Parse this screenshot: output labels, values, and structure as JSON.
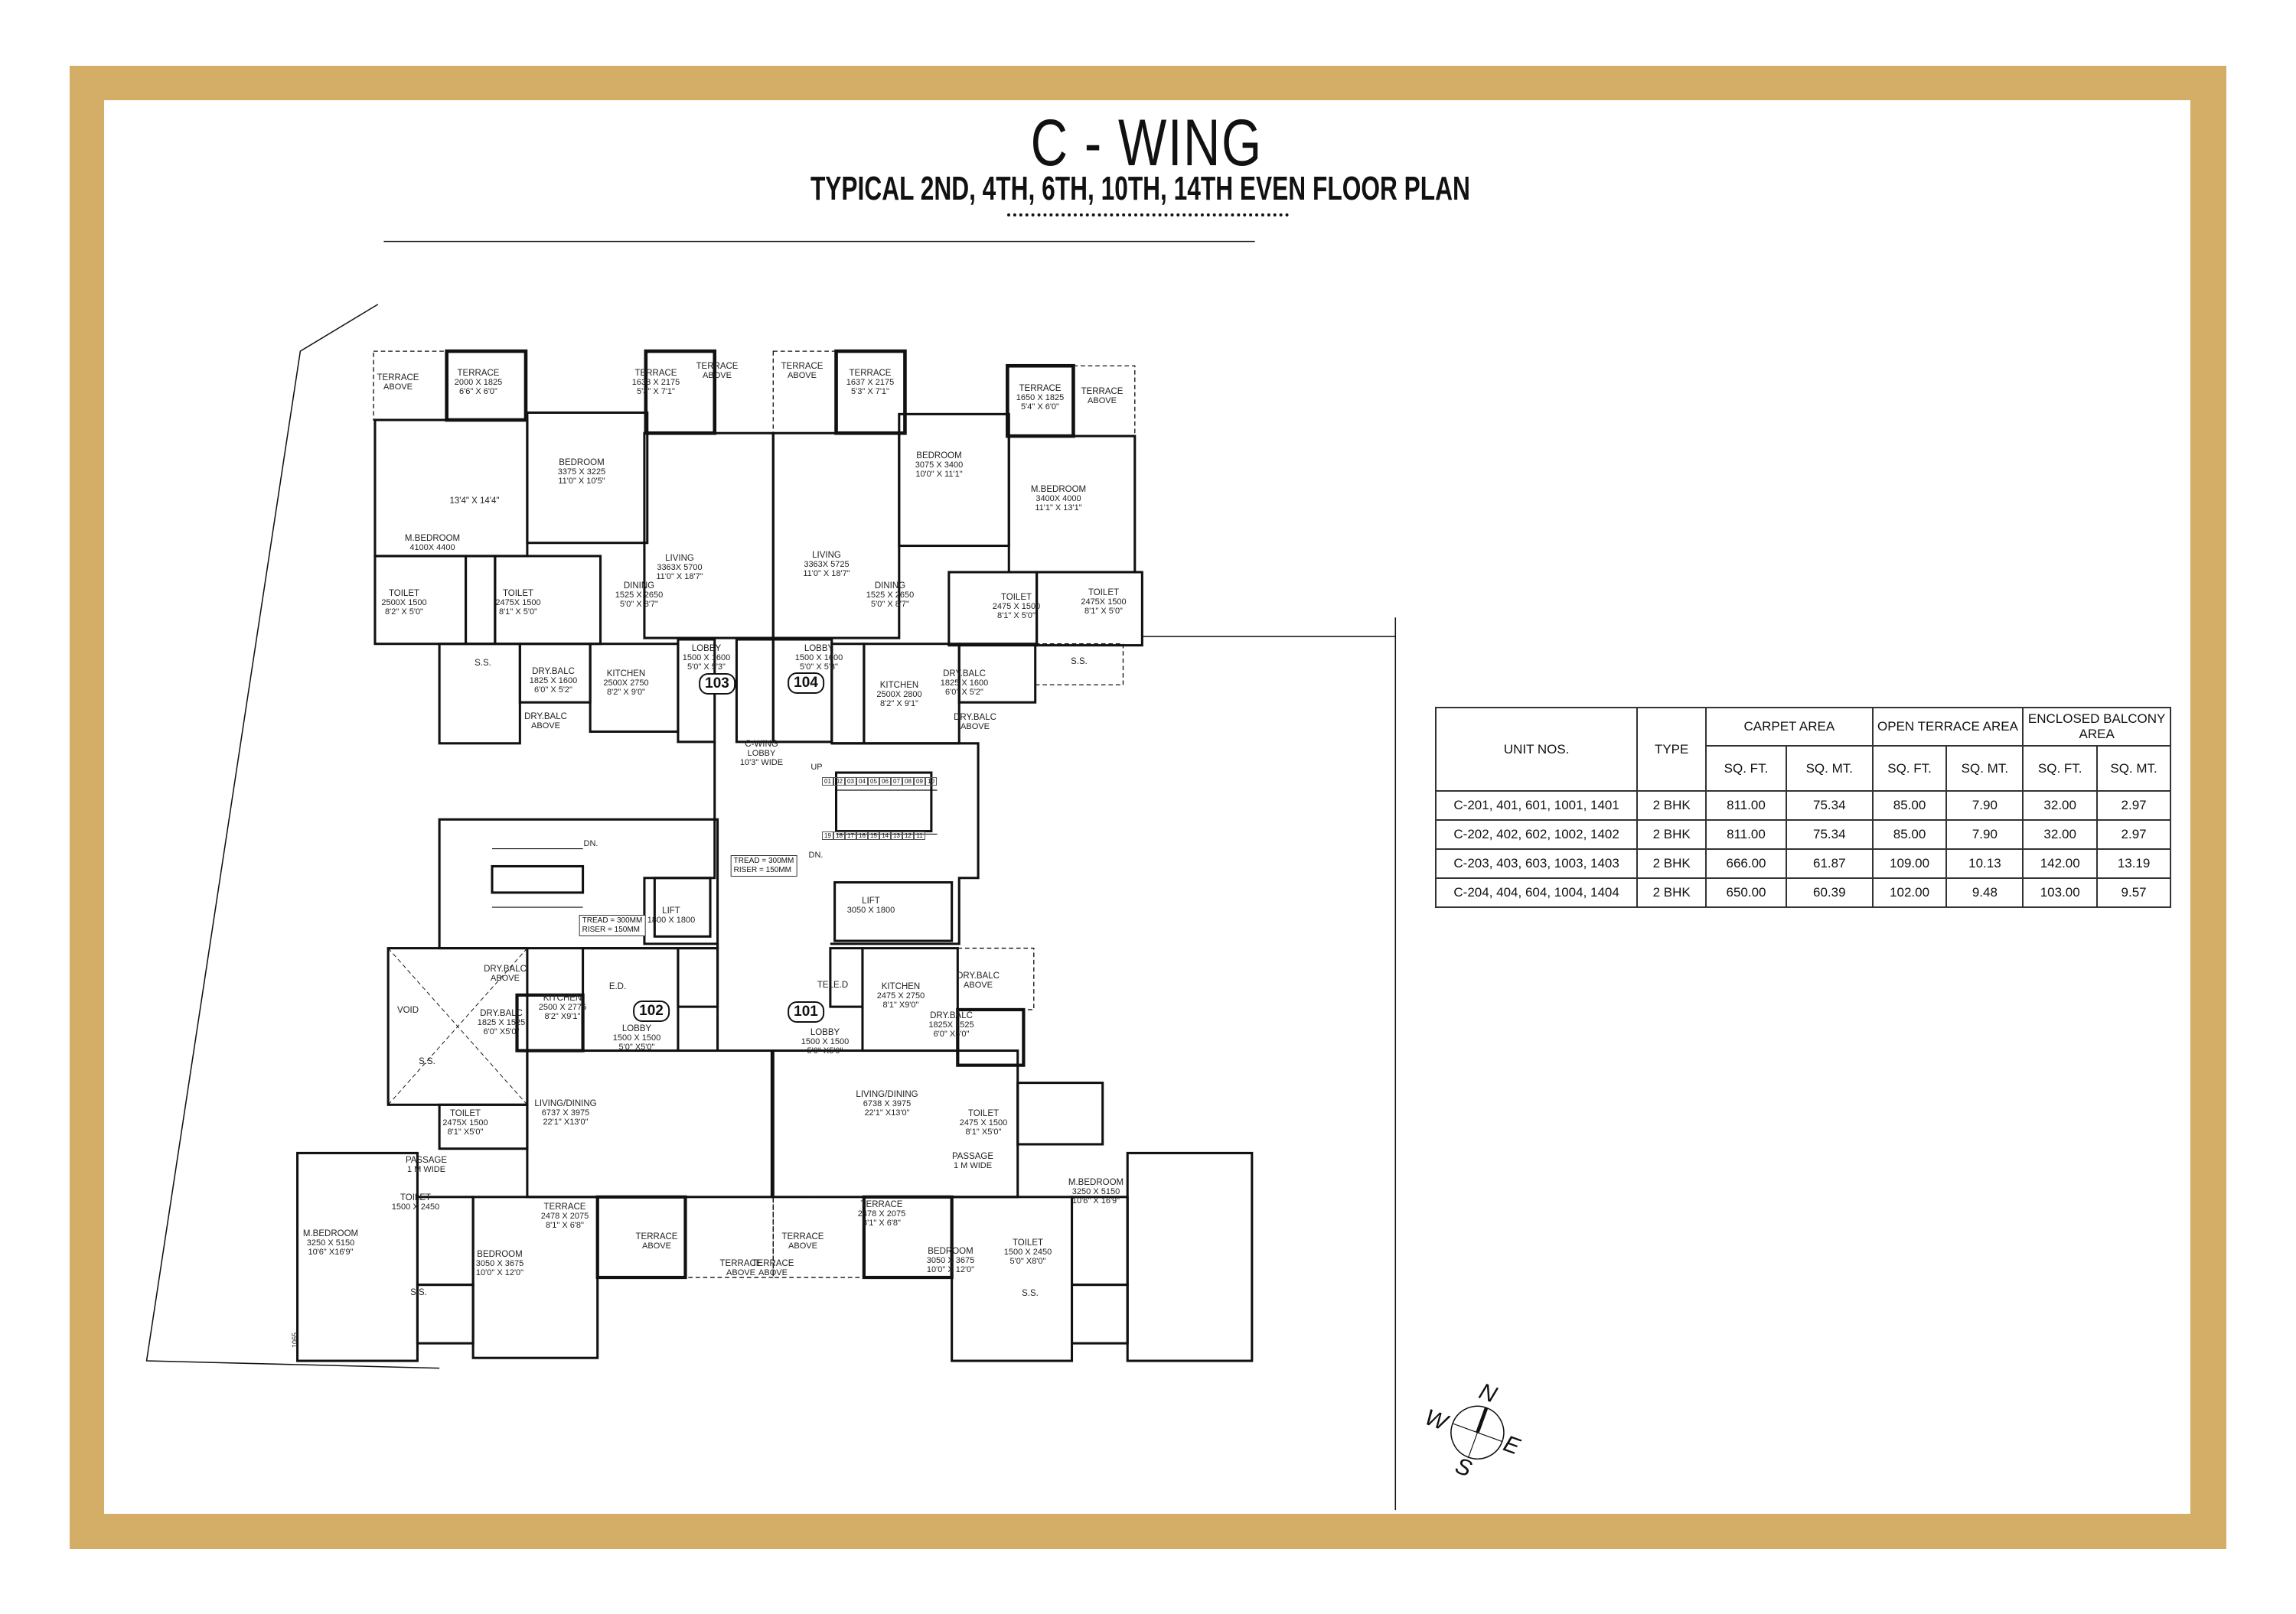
{
  "header": {
    "title": "C - WING",
    "subtitle": "TYPICAL 2ND, 4TH, 6TH, 10TH, 14TH EVEN FLOOR PLAN"
  },
  "colors": {
    "frame": "#D4AE66",
    "line": "#111111"
  },
  "units": {
    "u101": "101",
    "u102": "102",
    "u103": "103",
    "u104": "104"
  },
  "rooms": [
    [
      "TERRACE",
      "ABOVE"
    ],
    [
      "TERRACE",
      "2000 X 1825",
      "6'6\" X 6'0\""
    ],
    [
      "TERRACE",
      "1638 X 2175",
      "5'3\" X 7'1\""
    ],
    [
      "TERRACE",
      "ABOVE"
    ],
    [
      "BEDROOM",
      "3375 X 3225",
      "11'0\" X 10'5\""
    ],
    [
      "13'4\" X 14'4\""
    ],
    [
      "M.BEDROOM",
      "4100X 4400"
    ],
    [
      "LIVING",
      "3363X 5700",
      "11'0\" X 18'7\""
    ],
    [
      "DINING",
      "1525 X 2650",
      "5'0\" X 8'7\""
    ],
    [
      "TOILET",
      "2500X 1500",
      "8'2\" X 5'0\""
    ],
    [
      "TOILET",
      "2475X 1500",
      "8'1\" X 5'0\""
    ],
    [
      "LOBBY",
      "1500 X 1600",
      "5'0\" X 5'3\""
    ],
    [
      "KITCHEN",
      "2500X 2750",
      "8'2\" X 9'0\""
    ],
    [
      "C-WING",
      "LOBBY",
      "10'3\" WIDE"
    ],
    [
      "LOBBY",
      "1500 X 1600",
      "5'0\" X 5'3\""
    ],
    [
      "KITCHEN",
      "2500X 2800",
      "8'2\" X 9'1\""
    ],
    [
      "DRY.BALC",
      "1825 X 1600",
      "6'0\" X 5'2\""
    ],
    [
      "DRY.BALC",
      "ABOVE"
    ],
    [
      "LIFT",
      "1800 X 1800"
    ],
    [
      "LIFT",
      "3050 X 1800"
    ],
    [
      "KITCHEN",
      "2475 X 2750",
      "8'1\" X9'0\""
    ],
    [
      "DRY.BALC",
      "ABOVE"
    ],
    [
      "DRY.BALC",
      "1825 X 1600",
      "6'0\" X 5'2\""
    ],
    [
      "DRY.BALC",
      "ABOVE"
    ],
    [
      "S.S."
    ],
    [
      "DRY.BALC",
      "ABOVE"
    ],
    [
      "VOID"
    ],
    [
      "DRY.BALC",
      "1825 X 1525",
      "6'0\" X5'0\""
    ],
    [
      "KITCHEN",
      "2500 X 2775",
      "8'2\" X9'1\""
    ],
    [
      "E.D."
    ],
    [
      "LOBBY",
      "1500 X 1500",
      "5'0\" X5'0\""
    ],
    [
      "S.S."
    ],
    [
      "LIVING/DINING",
      "6737 X 3975",
      "22'1\" X13'0\""
    ],
    [
      "TOILET",
      "2475X 1500",
      "8'1\" X5'0\""
    ],
    [
      "PASSAGE",
      "1 M WIDE"
    ],
    [
      "TOILET",
      "1500 X 2450"
    ],
    [
      "M.BEDROOM",
      "3250 X 5150",
      "10'6\" X16'9\""
    ],
    [
      "BEDROOM",
      "3050 X 3675",
      "10'0\" X 12'0\""
    ],
    [
      "TERRACE",
      "2478 X 2075",
      "8'1\" X 6'8\""
    ],
    [
      "TERRACE",
      "ABOVE"
    ],
    [
      "S.S."
    ],
    [
      "TELE.D"
    ],
    [
      "LOBBY",
      "1500 X 1500",
      "5'0\" X5'0\""
    ],
    [
      "DRY.BALC",
      "1825X 1525",
      "6'0\" X5'0\""
    ],
    [
      "LIVING/DINING",
      "6738 X 3975",
      "22'1\" X13'0\""
    ],
    [
      "TOILET",
      "2475 X 1500",
      "8'1\" X5'0\""
    ],
    [
      "PASSAGE",
      "1 M WIDE"
    ],
    [
      "M.BEDROOM",
      "3250 X 5150",
      "10'6\" X 16'9\""
    ],
    [
      "TOILET",
      "1500 X 2450",
      "5'0\" X8'0\""
    ],
    [
      "TERRACE",
      "2478 X 2075",
      "8'1\" X 6'8\""
    ],
    [
      "TERRACE",
      "ABOVE"
    ],
    [
      "BEDROOM",
      "3050 X 3675",
      "10'0\" X 12'0\""
    ],
    [
      "S.S."
    ],
    [
      "TERRACE",
      "ABOVE"
    ],
    [
      "TERRACE",
      "1637 X 2175",
      "5'3\" X 7'1\""
    ],
    [
      "BEDROOM",
      "3075 X 3400",
      "10'0\" X 11'1\""
    ],
    [
      "TERRACE",
      "1650 X 1825",
      "5'4\" X 6'0\""
    ],
    [
      "TERRACE",
      "ABOVE"
    ],
    [
      "M.BEDROOM",
      "3400X 4000",
      "11'1\" X 13'1\""
    ],
    [
      "LIVING",
      "3363X 5725",
      "11'0\" X 18'7\""
    ],
    [
      "DINING",
      "1525 X 2650",
      "5'0\" X 8'7\""
    ],
    [
      "TOILET",
      "2475 X 1500",
      "8'1\" X 5'0\""
    ],
    [
      "TOILET",
      "2475X 1500",
      "8'1\" X 5'0\""
    ],
    [
      "S.S."
    ],
    [
      "TERRACE",
      "ABOVE"
    ],
    [
      "TERRACE",
      "ABOVE"
    ]
  ],
  "stairs": {
    "note_line1": "TREAD = 300MM",
    "note_line2": "RISER = 150MM",
    "up": "UP",
    "dn": "DN.",
    "steps_top": [
      "01",
      "02",
      "03",
      "04",
      "05",
      "06",
      "07",
      "08",
      "09",
      "10"
    ],
    "steps_bottom": [
      "19",
      "18",
      "17",
      "16",
      "15",
      "14",
      "13",
      "12",
      "11"
    ]
  },
  "dimension_note": "1065",
  "compass": {
    "n": "N",
    "e": "E",
    "s": "S",
    "w": "W"
  },
  "area_table": {
    "headers": {
      "unit_nos": "UNIT NOS.",
      "type": "TYPE",
      "carpet_area": "CARPET AREA",
      "open_terrace_area": "OPEN TERRACE AREA",
      "enclosed_balcony_area": "ENCLOSED BALCONY AREA",
      "sq_ft": "SQ. FT.",
      "sq_mt": "SQ. MT."
    },
    "rows": [
      [
        "C-201, 401, 601, 1001, 1401",
        "2 BHK",
        "811.00",
        "75.34",
        "85.00",
        "7.90",
        "32.00",
        "2.97"
      ],
      [
        "C-202, 402, 602, 1002, 1402",
        "2 BHK",
        "811.00",
        "75.34",
        "85.00",
        "7.90",
        "32.00",
        "2.97"
      ],
      [
        "C-203, 403, 603, 1003, 1403",
        "2 BHK",
        "666.00",
        "61.87",
        "109.00",
        "10.13",
        "142.00",
        "13.19"
      ],
      [
        "C-204, 404, 604, 1004, 1404",
        "2 BHK",
        "650.00",
        "60.39",
        "102.00",
        "9.48",
        "103.00",
        "9.57"
      ]
    ]
  }
}
